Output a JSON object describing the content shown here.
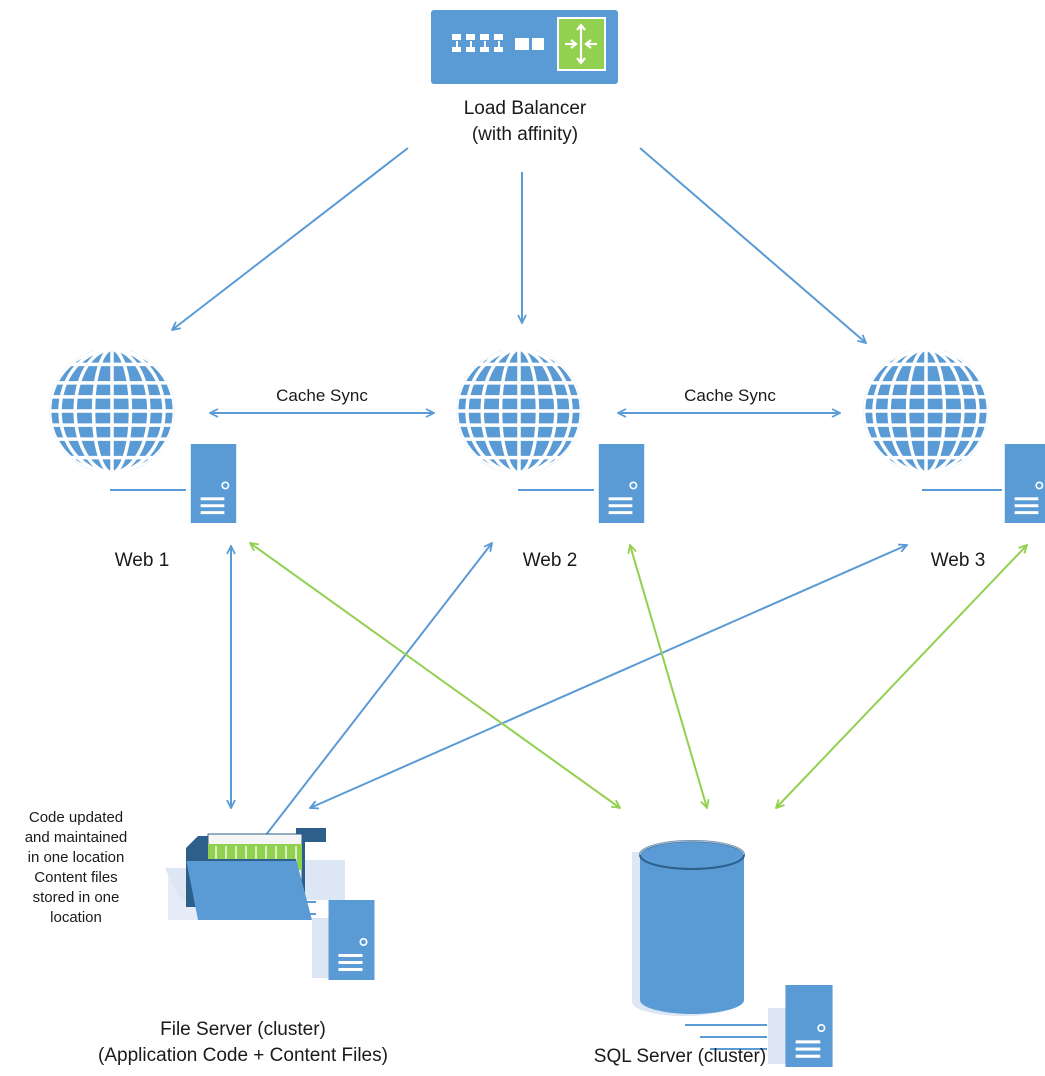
{
  "load_balancer": {
    "label_line1": "Load Balancer",
    "label_line2": "(with affinity)"
  },
  "web_servers": [
    {
      "label": "Web 1"
    },
    {
      "label": "Web 2"
    },
    {
      "label": "Web 3"
    }
  ],
  "cache_sync": {
    "left_label": "Cache Sync",
    "right_label": "Cache Sync"
  },
  "file_server": {
    "label_line1": "File Server (cluster)",
    "label_line2": "(Application Code + Content Files)",
    "note_lines": [
      "Code updated",
      "and maintained",
      "in one location",
      "Content files",
      "stored in one",
      "location"
    ]
  },
  "sql_server": {
    "label": "SQL Server (cluster)"
  },
  "colors": {
    "blue": "#5b9bd5",
    "green": "#92d050",
    "light": "#dde6f4",
    "dark": "#2e5f8a"
  }
}
